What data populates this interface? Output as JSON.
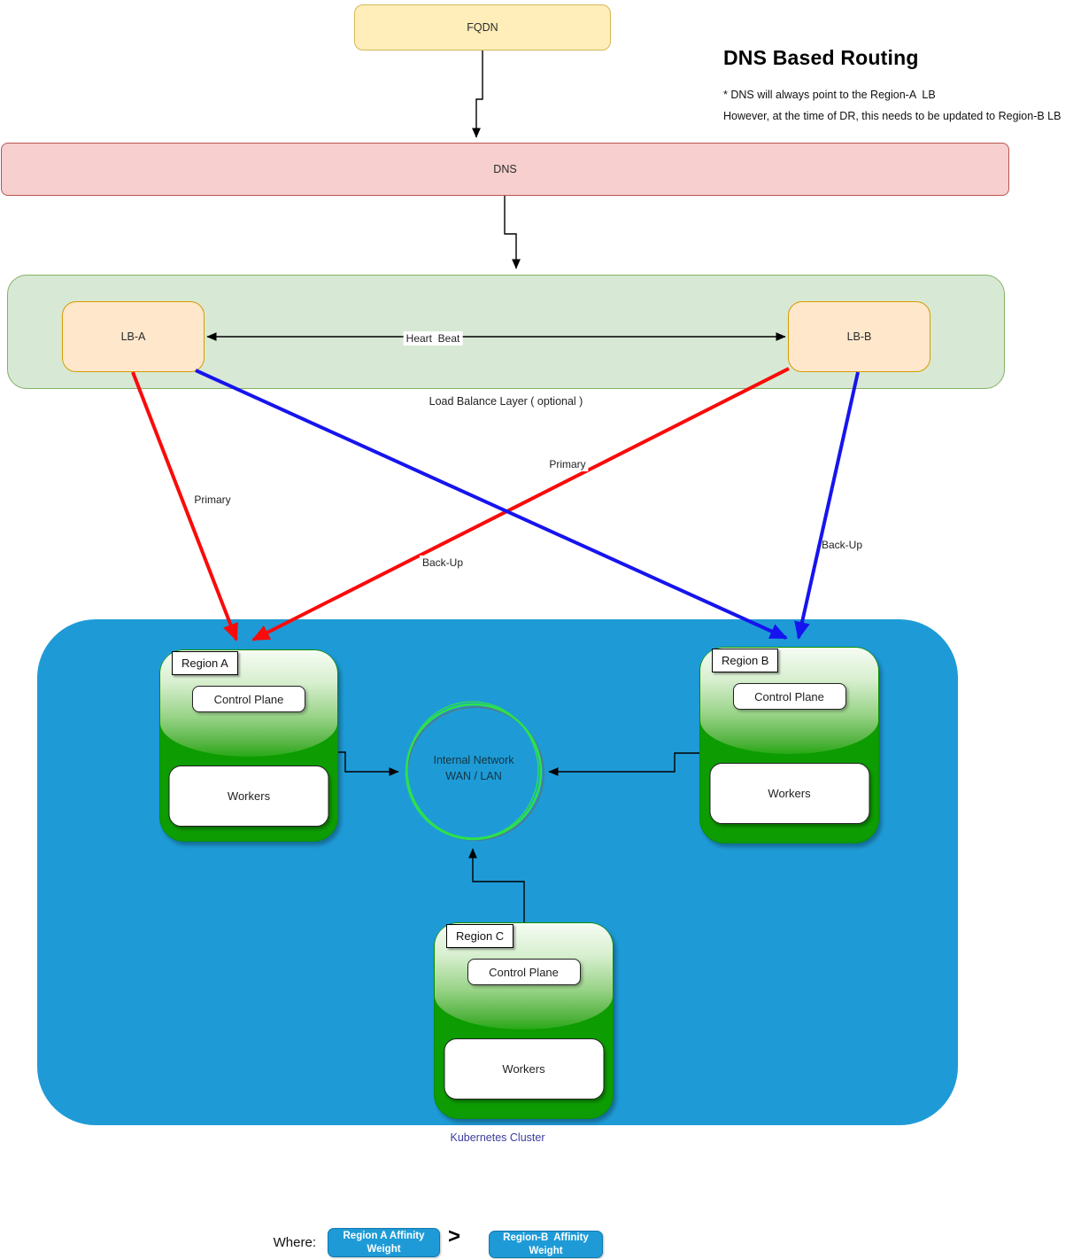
{
  "title": {
    "heading": "DNS Based Routing",
    "note1": "* DNS will always point to the Region-A  LB",
    "note2": "However, at the time of DR, this needs to be updated to Region-B LB"
  },
  "nodes": {
    "fqdn": "FQDN",
    "dns": "DNS",
    "lb_a": "LB-A",
    "lb_b": "LB-B",
    "layer_caption": "Load Balance Layer ( optional )",
    "heartbeat": "Heart  Beat",
    "network_line1": "Internal Network",
    "network_line2": "WAN / LAN",
    "cluster_caption": "Kubernetes Cluster"
  },
  "edges": {
    "primary_left": "Primary",
    "backup_left": "Back-Up",
    "primary_right": "Primary",
    "backup_right": "Back-Up"
  },
  "regions": [
    {
      "name": "Region A",
      "control_plane": "Control Plane",
      "workers": "Workers"
    },
    {
      "name": "Region B",
      "control_plane": "Control Plane",
      "workers": "Workers"
    },
    {
      "name": "Region C",
      "control_plane": "Control Plane",
      "workers": "Workers"
    }
  ],
  "legend": {
    "where": "Where:",
    "gt": ">",
    "box_a_line1": "Region A Affinity",
    "box_a_line2": "Weight",
    "box_b_line1": "Region-B  Affinity",
    "box_b_line2": "Weight"
  },
  "colors": {
    "cluster-blue": "#1e9bd7",
    "region-dark": "#0d9c02",
    "accent-red": "#fb0a0a",
    "accent-blue": "#1614ee",
    "net-green": "#2ee14b",
    "fqdn-fill": "#ffeeba",
    "fqdn-border": "#d6b656",
    "dns-fill": "#f6cfce",
    "dns-border": "#b85450",
    "layer-fill": "#d7e9d4",
    "layer-border": "#83b266",
    "lb-fill": "#ffe7cc",
    "lb-border": "#d79b00",
    "k8s-label": "#3c3c9f"
  }
}
